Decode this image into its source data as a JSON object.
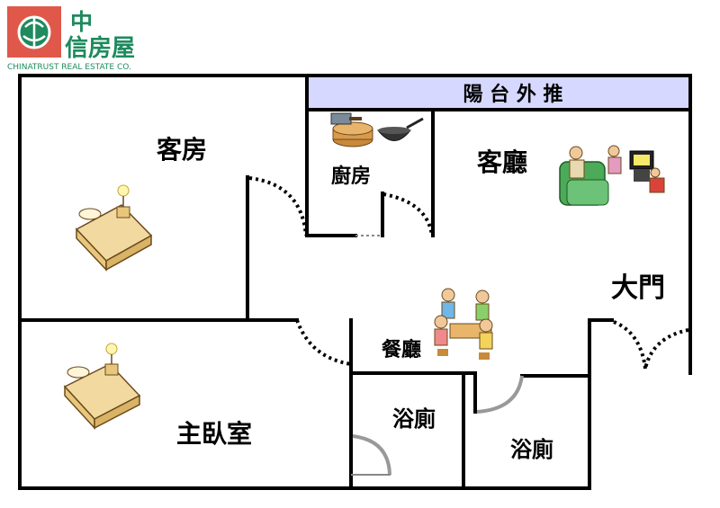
{
  "logo": {
    "name_line1": "中",
    "name_line2": "信房屋",
    "tagline": "CHINATRUST REAL ESTATE CO.",
    "brand_color": "#e0584a",
    "accent_color": "#1e8a5e"
  },
  "balcony": {
    "label": "陽 台 外 推",
    "fill_color": "#d6d8ff"
  },
  "rooms": {
    "guest_room": "客房",
    "kitchen": "廚房",
    "living_room": "客廳",
    "main_door": "大門",
    "dining_room": "餐廳",
    "master_bedroom": "主臥室",
    "bathroom_1": "浴廁",
    "bathroom_2": "浴廁"
  },
  "colors": {
    "wall": "#000000",
    "background": "#ffffff"
  }
}
